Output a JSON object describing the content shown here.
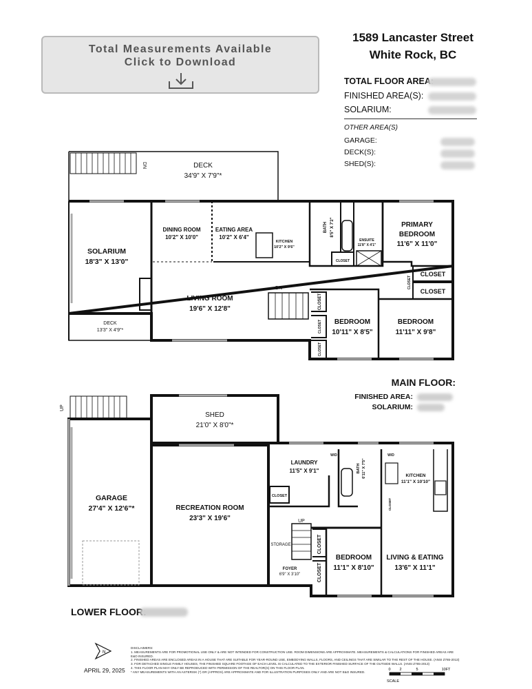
{
  "download_banner": {
    "line1": "Total Measurements Available",
    "line2": "Click to Download",
    "icon": "download-arrow-icon"
  },
  "address": {
    "street": "1589 Lancaster Street",
    "city": "White Rock, BC"
  },
  "areas": {
    "total_floor_area": "TOTAL FLOOR AREA:",
    "finished_areas": "FINISHED AREA(S):",
    "solarium": "SOLARIUM:",
    "other_areas": "OTHER AREA(S)",
    "garage": "GARAGE:",
    "decks": "DECK(S):",
    "sheds": "SHED(S):"
  },
  "main_floor": {
    "title": "MAIN FLOOR:",
    "finished_area": "FINISHED AREA:",
    "solarium": "SOLARIUM:",
    "rooms": {
      "deck_top": {
        "name": "DECK",
        "dim": "34'9\" X 7'9\"*"
      },
      "dn_top": "DN",
      "solarium": {
        "name": "SOLARIUM",
        "dim": "18'3\" X 13'0\""
      },
      "deck_small": {
        "name": "DECK",
        "dim": "13'3\" X 4'9\"*"
      },
      "dining": {
        "name": "DINING ROOM",
        "dim": "10'2\" X 10'0\""
      },
      "eating": {
        "name": "EATING AREA",
        "dim": "10'2\" X 6'4\""
      },
      "kitchen": {
        "name": "KITCHEN",
        "dim": "10'2\" X 9'6\""
      },
      "bath": {
        "name": "BATH",
        "dim": "8'5\" X 7'2\""
      },
      "ensuite": {
        "name": "ENSUITE",
        "dim": "11'8\" X 4'1\""
      },
      "primary": {
        "name1": "PRIMARY",
        "name2": "BEDROOM",
        "dim": "11'6\" X 11'0\""
      },
      "living": {
        "name": "LIVING ROOM",
        "dim": "19'6\" X 12'8\""
      },
      "dn_stair": "DN",
      "bedroom1": {
        "name": "BEDROOM",
        "dim": "10'11\" X 8'5\""
      },
      "bedroom2": {
        "name": "BEDROOM",
        "dim": "11'11\" X 9'8\""
      },
      "closet": "CLOSET"
    }
  },
  "lower_floor": {
    "title": "LOWER FLOOR:",
    "rooms": {
      "up_left": "UP",
      "shed": {
        "name": "SHED",
        "dim": "21'0\" X 8'0\"*"
      },
      "garage": {
        "name": "GARAGE",
        "dim": "27'4\" X 12'6\"*"
      },
      "recreation": {
        "name": "RECREATION ROOM",
        "dim": "23'3\" X 19'6\""
      },
      "laundry": {
        "name": "LAUNDRY",
        "dim": "11'5\" X 9'1\""
      },
      "bath": {
        "name": "BATH",
        "dim": "6'11\" X 7'5\""
      },
      "kitchen": {
        "name": "KITCHEN",
        "dim": "11'1\" X 10'10\""
      },
      "closet": "CLOSET",
      "wd": "W/D",
      "up_stair": "UP",
      "storage": "STORAGE",
      "foyer": {
        "name": "FOYER",
        "dim": "6'9\" X 3'10\""
      },
      "bedroom": {
        "name": "BEDROOM",
        "dim": "11'1\" X 8'10\""
      },
      "living_eating": {
        "name": "LIVING & EATING",
        "dim": "13'6\" X 11'1\""
      }
    }
  },
  "disclaimers": [
    "DISCLAIMERS:",
    "1. MEASUREMENTS ARE FOR PROMOTIONAL USE ONLY & ARE NOT INTENDED FOR CONSTRUCTION USE. ROOM DIMENSIONS ARE APPROXIMATE. MEASUREMENTS & CALCULATIONS FOR FINISHED AREAS ARE E&O INSURED.",
    "2. FINISHED AREAS ARE ENCLOSED AREAS IN A HOUSE THAT ARE SUITABLE FOR YEAR-ROUND USE, EMBODYING WALLS, FLOORS, AND CEILINGS THAT ARE SIMILAR TO THE REST OF THE HOUSE. (ANSI Z765-2013)",
    "3. FOR DETACHED SINGLE FAMILY HOUSES, THE FINISHED SQUARE FOOTAGE OF EACH LEVEL IS CALCULATED TO THE EXTERIOR FINISHED SURFACE OF THE OUTSIDE WALLS. (ANSI Z765-2013)",
    "4. THIS FLOOR PLAN MAY ONLY BE REPRODUCED WITH PERMISSION OF THE REALTOR(S) ON THIS FLOOR PLAN.",
    "* ANY MEASUREMENTS WITH AN ASTERISK (*) OR (APPROX) ARE APPROXIMATE AND FOR ILLUSTRATION PURPOSES ONLY AND ARE NOT E&O INSURED."
  ],
  "date": "APRIL 29, 2025",
  "north_label": "N",
  "scale": {
    "label": "SCALE",
    "ticks": [
      "0",
      "2",
      "5",
      "10FT"
    ]
  }
}
